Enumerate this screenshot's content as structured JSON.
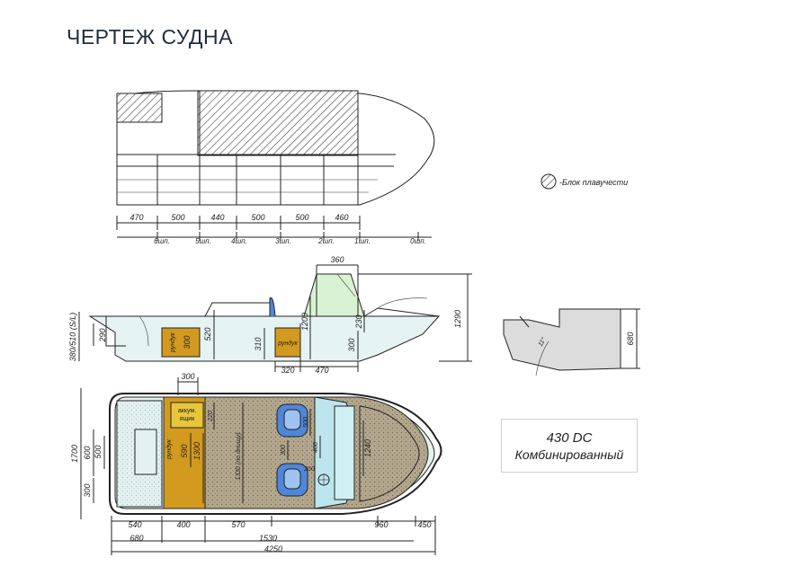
{
  "page": {
    "title": "ЧЕРТЕЖ СУДНА"
  },
  "legend": {
    "buoyancy_label": "-Блок плавучести"
  },
  "model": {
    "name": "430 DC",
    "variant": "Комбинированный"
  },
  "top_view": {
    "spacings": [
      "470",
      "500",
      "440",
      "500",
      "500",
      "460"
    ],
    "frames": [
      "6шп.",
      "5шп.",
      "4шп.",
      "3шп.",
      "2шп.",
      "1шп.",
      "0шп."
    ]
  },
  "side_view": {
    "top_dim": "360",
    "height_right": "1290",
    "height_left": "380/510 (S/L)",
    "transom_dim": "290",
    "box_label": "рундук",
    "box_height": "300",
    "cabin_height": "520",
    "seat_height": "310",
    "seat_box_label": "рундук",
    "console_height": "1200",
    "dim_230": "230",
    "dim_300": "300",
    "bottom_dims": [
      "320",
      "470"
    ]
  },
  "section_view": {
    "angle": "11°",
    "height": "680"
  },
  "plan_view": {
    "beam": "1700",
    "dim_600": "600",
    "dim_500": "500",
    "dim_300_left": "300",
    "dim_300_top": "300",
    "battery_box": [
      "аккум.",
      "ящик"
    ],
    "dim_220": "220",
    "box_label": "рундук",
    "dim_590": "590",
    "dim_1300": "1300",
    "floor_dim": "1330 (по днищу)",
    "seat_dim": "300",
    "dim_500_c": "500",
    "dim_400": "400",
    "dim_260": "260",
    "dim_1240": "1240",
    "bottom_dims_1": [
      "540",
      "400",
      "570",
      "960",
      "450"
    ],
    "bottom_dims_2": [
      "680",
      "1530"
    ],
    "overall_length": "4250"
  },
  "colors": {
    "hatch": "#333333",
    "hull_fill": "#e6f3f3",
    "console_fill": "#d9f2d3",
    "storage_fill": "#d29a1e",
    "deck_fill": "#b4a88e",
    "seat_fill": "#4f86d8",
    "glass_fill": "#bde5ee",
    "section_fill": "#dcdcdc"
  }
}
